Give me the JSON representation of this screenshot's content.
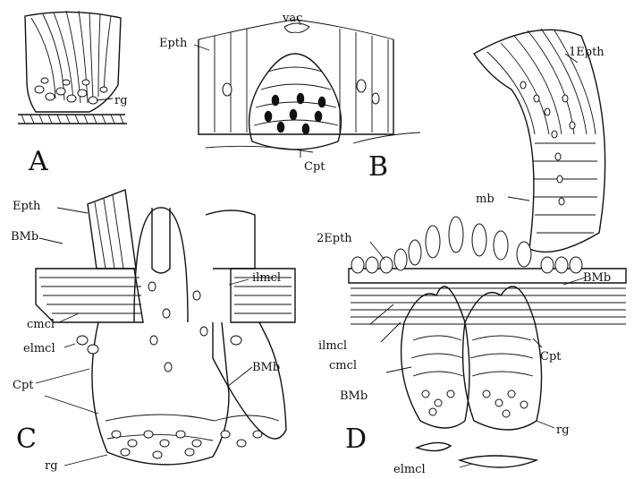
{
  "figure": {
    "panels": {
      "A": {
        "letter": "A",
        "labels": {
          "rg": "rg"
        }
      },
      "B": {
        "letter": "B",
        "labels": {
          "vac": "vac",
          "epth": "Epth",
          "cpt": "Cpt"
        }
      },
      "top_right": {
        "labels": {
          "epth1": "1Epth",
          "mb": "mb"
        }
      },
      "C": {
        "letter": "C",
        "labels": {
          "epth": "Epth",
          "bmb": "BMb",
          "ilmcl": "ilmcl",
          "cmcl": "cmcl",
          "elmcl": "elmcl",
          "cpt": "Cpt",
          "bmb2": "BMb",
          "rg": "rg"
        }
      },
      "D": {
        "letter": "D",
        "labels": {
          "epth2": "2Epth",
          "bmb": "BMb",
          "ilmcl": "ilmcl",
          "cmcl": "cmcl",
          "cpt": "Cpt",
          "bmb2": "BMb",
          "rg": "rg",
          "elmcl": "elmcl"
        }
      }
    }
  }
}
